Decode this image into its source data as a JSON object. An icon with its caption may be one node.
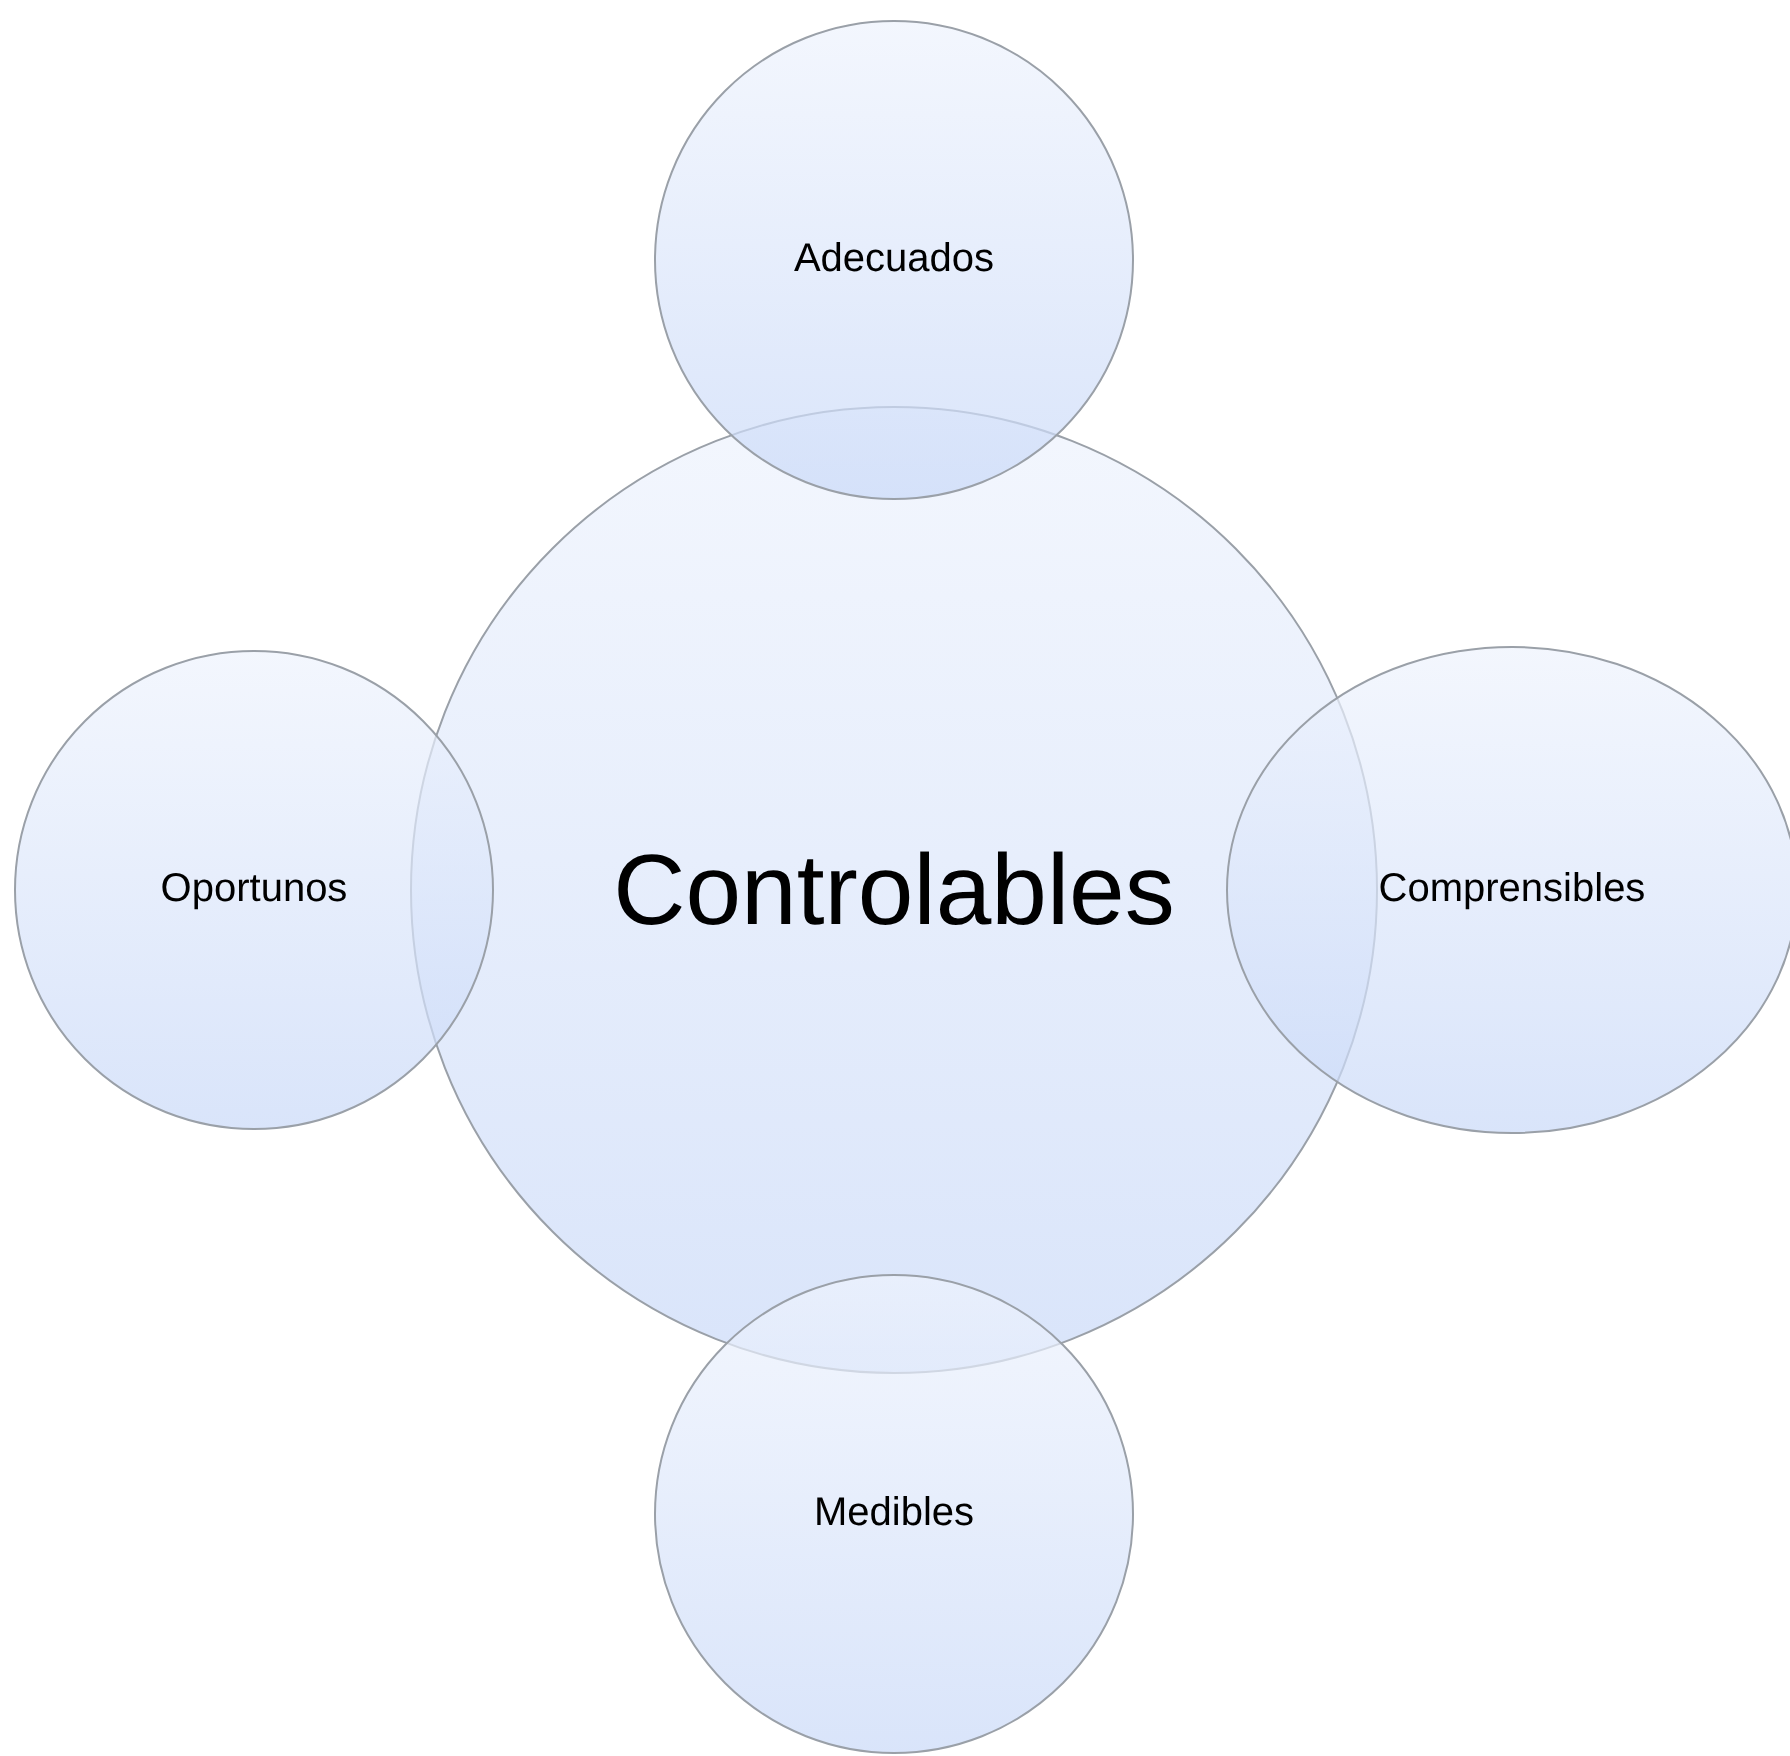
{
  "diagram": {
    "nodes": [
      {
        "text": [
          "Adecuados"
        ]
      },
      {
        "text": [
          "Oportunos"
        ]
      },
      {
        "text": [
          "Controlables"
        ]
      },
      {
        "text": [
          "Comprensibles"
        ]
      },
      {
        "text": [
          "Medibles"
        ]
      }
    ]
  }
}
